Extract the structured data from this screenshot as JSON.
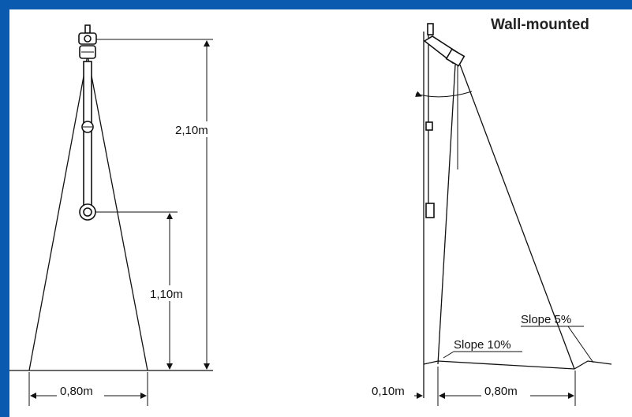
{
  "title": "Wall-mounted",
  "left_diagram": {
    "height_total": "2,10m",
    "height_lower": "1,10m",
    "width": "0,80m"
  },
  "right_diagram": {
    "offset": "0,10m",
    "width": "0,80m",
    "slope_upper": "Slope 5%",
    "slope_lower": "Slope 10%"
  },
  "colors": {
    "frame": "#0a5ab0",
    "background": "#ffffff",
    "line": "#111111"
  }
}
